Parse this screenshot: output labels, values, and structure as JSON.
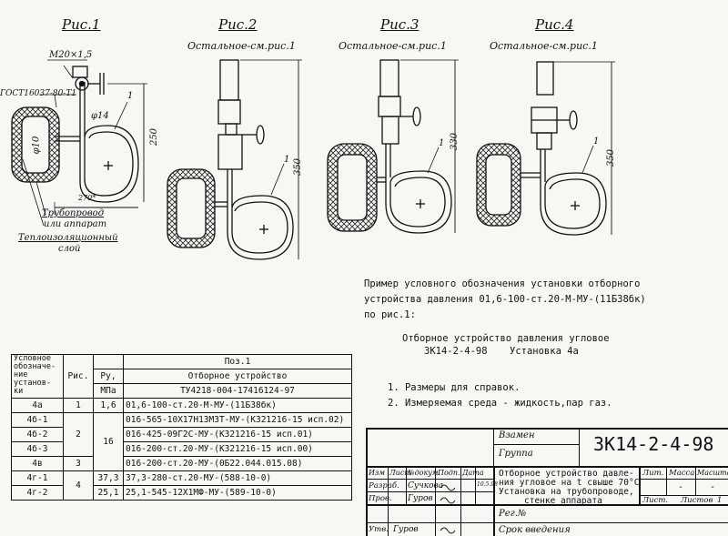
{
  "figures": {
    "fig1": {
      "title": "Рис.1",
      "m_label": "М20×1,5",
      "gost": "ГОСТ16037-80-Т1",
      "phi14": "φ14",
      "phi10": "φ10",
      "dim_250": "250",
      "dim_270": "270*",
      "leader_1": "1",
      "pipeline_1": "Трубопровод",
      "pipeline_2": "или аппарат",
      "insulation_1": "Теплоизоляционный",
      "insulation_2": "слой"
    },
    "fig2": {
      "title": "Рис.2",
      "note": "Остальное-см.рис.1",
      "dim_350": "350",
      "leader_1": "1"
    },
    "fig3": {
      "title": "Рис.3",
      "note": "Остальное-см.рис.1",
      "dim_330": "330",
      "leader_1": "1"
    },
    "fig4": {
      "title": "Рис.4",
      "note": "Остальное-см.рис.1",
      "dim_350": "350",
      "leader_1": "1"
    }
  },
  "example": {
    "line1": "Пример условного обозначения установки отборного",
    "line2": "устройства давления 01,6-100-ст.20-М-МУ-(11Б38бк)",
    "line3": "по рис.1:",
    "line4": "Отборное устройство давления угловое",
    "line5a": "ЗК14-2-4-98",
    "line5b": "Установка 4а"
  },
  "notes": [
    "1. Размеры для справок.",
    "2. Измеряемая среда - жидкость,пар газ."
  ],
  "spec_table": {
    "headers": {
      "designation": [
        "Условное",
        "обозначе-",
        "ние",
        "установ-",
        "ки"
      ],
      "fig": "Рис.",
      "py": "Ру,",
      "mpa": "МПа",
      "pos": "Поз.1",
      "device": "Отборное устройство",
      "tu": "ТУ4218-004-17416124-97"
    },
    "rows": [
      {
        "designation": "4а",
        "fig": "1",
        "py": "1,6",
        "device": "01,6-100-ст.20-М-МУ-(11Б38бк)"
      },
      {
        "designation": "4б-1",
        "fig": "",
        "py": "",
        "device": "016-565-10Х17Н13М3Т-МУ-(К321216-15 исп.02)"
      },
      {
        "designation": "4б-2",
        "fig": "2",
        "py": "16",
        "device": "016-425-09Г2С-МУ-(К321216-15 исп.01)"
      },
      {
        "designation": "4б-3",
        "fig": "",
        "py": "",
        "device": "016-200-ст.20-МУ-(К321216-15 исп.00)"
      },
      {
        "designation": "4в",
        "fig": "3",
        "py": "",
        "device": "016-200-ст.20-МУ-(0Б22.044.015.08)"
      },
      {
        "designation": "4г-1",
        "fig": "",
        "py": "37,3",
        "device": "37,3-280-ст.20-МУ-(588-10-0)"
      },
      {
        "designation": "4г-2",
        "fig": "4",
        "py": "25,1",
        "device": "25,1-545-12Х1МФ-МУ-(589-10-0)"
      }
    ]
  },
  "title_block": {
    "vzamen": "Взамен",
    "gruppa": "Группа",
    "doc_code": "ЗК14-2-4-98",
    "cols": [
      "Изм",
      "Лист",
      "№докум.",
      "Подп.",
      "Дата"
    ],
    "razrab_label": "Разраб.",
    "razrab_name": "Сучкова",
    "razrab_date": "10.5.98",
    "prov_label": "Пров.",
    "prov_name": "Гуров",
    "utv_label": "Утв.",
    "utv_name": "Гуров",
    "description": [
      "Отборное устройство давле-",
      "ния угловое на t свыше 70°С",
      "Установка на трубопроводе,",
      "стенке аппарата"
    ],
    "lit_label": "Лит.",
    "massa_label": "Масса",
    "masshtab_label": "Масштаб",
    "massa_value": "-",
    "masshtab_value": "-",
    "list_label": "Лист.",
    "listov_label": "Листов",
    "listov_value": "1",
    "reg_no": "Рег.№",
    "srok": "Срок введения"
  }
}
